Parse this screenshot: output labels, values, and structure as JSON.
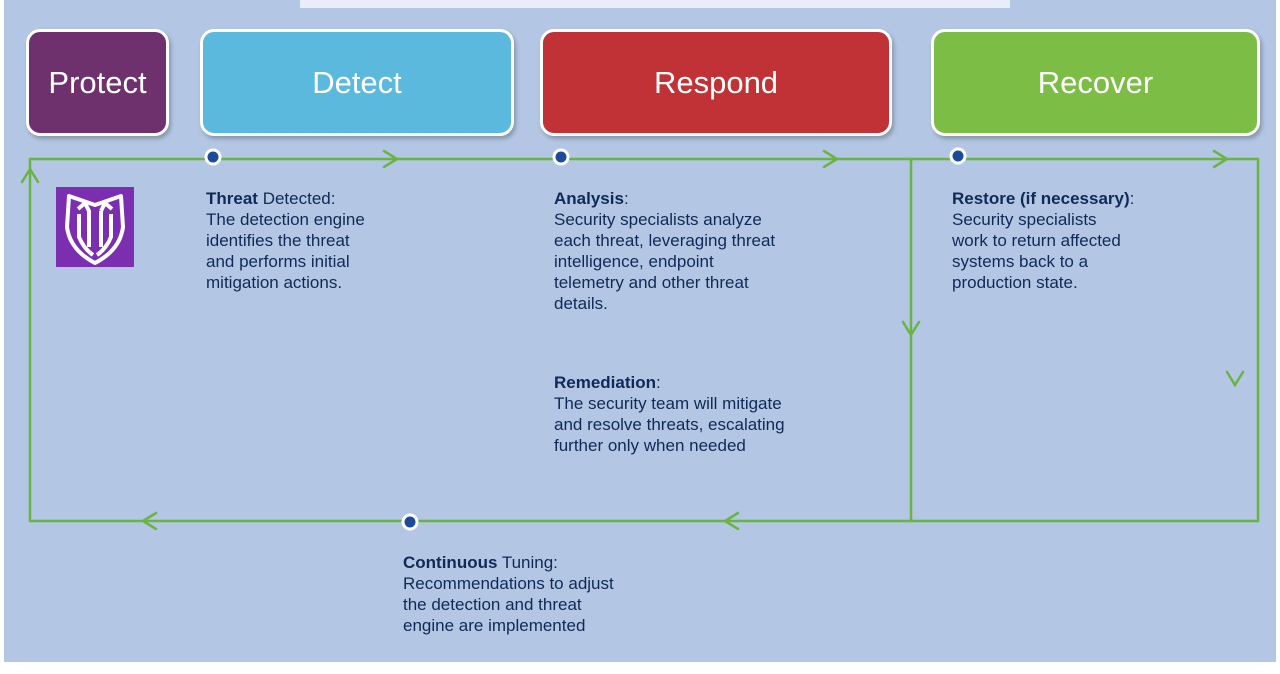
{
  "stages": [
    {
      "label": "Protect",
      "color": "#6f306e"
    },
    {
      "label": "Detect",
      "color": "#5cb9de"
    },
    {
      "label": "Respond",
      "color": "#c03236"
    },
    {
      "label": "Recover",
      "color": "#7cbd46"
    }
  ],
  "logo": {
    "icon": "shield-logo-icon",
    "color": "#7b2fb0"
  },
  "steps": {
    "threat": {
      "bold": "Threat",
      "tail": " Detected:",
      "body": "The detection engine\nidentifies the threat\nand performs initial\nmitigation actions."
    },
    "analysis": {
      "bold": "Analysis",
      "tail": ":",
      "body": "Security specialists analyze\neach threat, leveraging threat\nintelligence, endpoint\ntelemetry and other threat\ndetails."
    },
    "remediation": {
      "bold": "Remediation",
      "tail": ":",
      "body": "The security team will mitigate\nand resolve threats, escalating\nfurther only when needed"
    },
    "restore": {
      "bold": "Restore (if necessary)",
      "tail": ":",
      "body": "Security specialists\nwork to return affected\nsystems back to a\nproduction state."
    },
    "tuning": {
      "bold": "Continuous",
      "tail": " Tuning:",
      "body": "Recommendations to adjust\nthe detection and threat\nengine are implemented"
    }
  },
  "colors": {
    "flow_line": "#6ab443",
    "background": "#b3c7e4",
    "text": "#0f2a57",
    "node_fill": "#1c4b9a"
  }
}
